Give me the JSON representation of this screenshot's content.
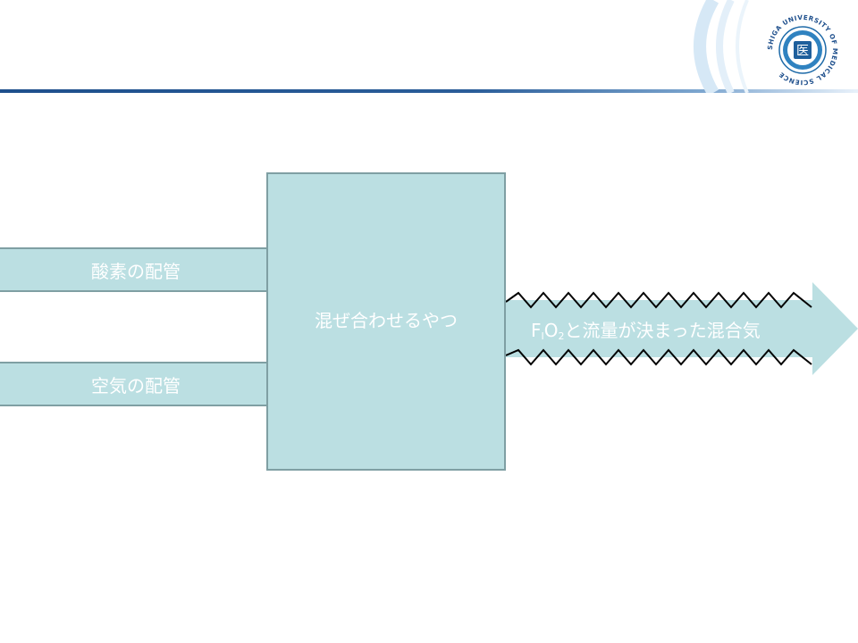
{
  "header": {
    "accent_color": "#1e4f8c",
    "logo": {
      "ring_text": "SHIGA UNIVERSITY OF MEDICAL SCIENCE",
      "center_glyph": "医"
    }
  },
  "diagram": {
    "fill_color": "#bbdfe2",
    "border_color": "#7f9fa3",
    "text_color": "#ffffff",
    "inputs": [
      {
        "label": "酸素の配管"
      },
      {
        "label": "空気の配管"
      }
    ],
    "mixer": {
      "label": "混ぜ合わせるやつ"
    },
    "output": {
      "prefix_main": "F",
      "prefix_sub": "I",
      "o_main": "O",
      "o_sub": "2",
      "suffix": "と流量が決まった混合気"
    }
  }
}
